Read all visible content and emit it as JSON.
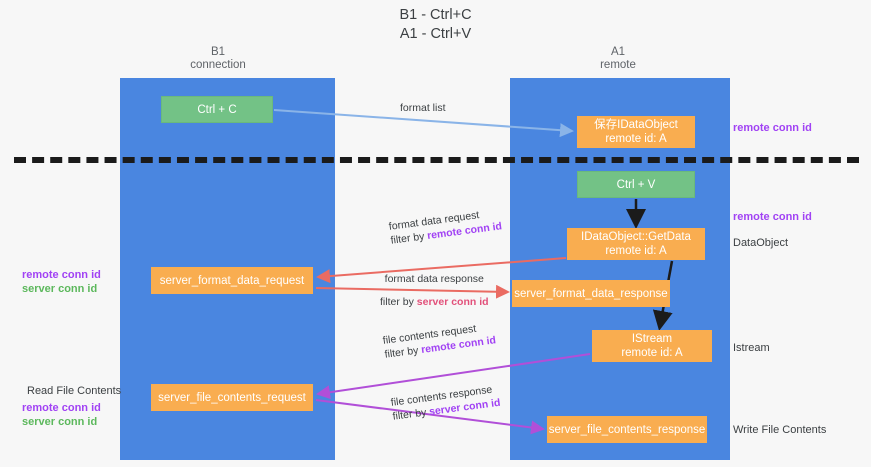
{
  "title": {
    "line1": "B1 - Ctrl+C",
    "line2": "A1 - Ctrl+V"
  },
  "columns": [
    {
      "name": "B1",
      "sub": "connection"
    },
    {
      "name": "A1",
      "sub": "remote"
    }
  ],
  "boxes": {
    "ctrl_c": {
      "label": "Ctrl + C",
      "color": "#73c286"
    },
    "ctrl_v": {
      "label": "Ctrl + V",
      "color": "#73c286"
    },
    "idataobject": {
      "line1": "保存IDataObject",
      "line2": "remote id: A",
      "color": "#f9ad50"
    },
    "getdata": {
      "line1": "IDataObject::GetData",
      "line2": "remote id: A",
      "color": "#f9ad50"
    },
    "istream": {
      "line1": "IStream",
      "line2": "remote id: A",
      "color": "#f9ad50"
    },
    "server_format_data_request": {
      "label": "server_format_data_request",
      "color": "#f9ad50"
    },
    "server_format_data_response": {
      "label": "server_format_data_response",
      "color": "#f9ad50"
    },
    "server_file_contents_request": {
      "label": "server_file_contents_request",
      "color": "#f9ad50"
    },
    "server_file_contents_response": {
      "label": "server_file_contents_response",
      "color": "#f9ad50"
    }
  },
  "arrow_labels": {
    "format_list": "format list",
    "format_data_request": {
      "line1": "format data request",
      "prefix": "filter by ",
      "emphasis": "remote conn id"
    },
    "format_data_response": {
      "line1": "format data response",
      "prefix": "filter by ",
      "emphasis": "server conn id"
    },
    "file_contents_request": {
      "line1": "file contents request",
      "prefix": "filter by ",
      "emphasis": "remote conn id"
    },
    "file_contents_response": {
      "line1": "file contents response",
      "prefix": "filter by ",
      "emphasis": "server conn id"
    }
  },
  "annotations": {
    "remote_conn_id_top": "remote conn id",
    "remote_conn_id_mid": "remote conn id",
    "dataobject": "DataObject",
    "istream": "Istream",
    "write_file_contents": "Write File Contents",
    "read_file_contents": "Read File Contents",
    "left_remote_conn_id": "remote conn id",
    "left_server_conn_id": "server conn id",
    "left_remote_conn_id_2": "remote conn id",
    "left_server_conn_id_2": "server conn id"
  },
  "colors": {
    "lane": "#4a86e0",
    "green_box": "#73c286",
    "orange_box": "#f9ad50",
    "purple_text": "#a142f4",
    "green_text": "#5cb85c",
    "pink_text": "#e2507a",
    "arrow_blue": "#8ab4e8",
    "arrow_red": "#ea6b62",
    "arrow_purple": "#b14fd8",
    "arrow_black": "#1b1b1b",
    "divider": "#1b1b1b",
    "background": "#f7f7f7"
  }
}
